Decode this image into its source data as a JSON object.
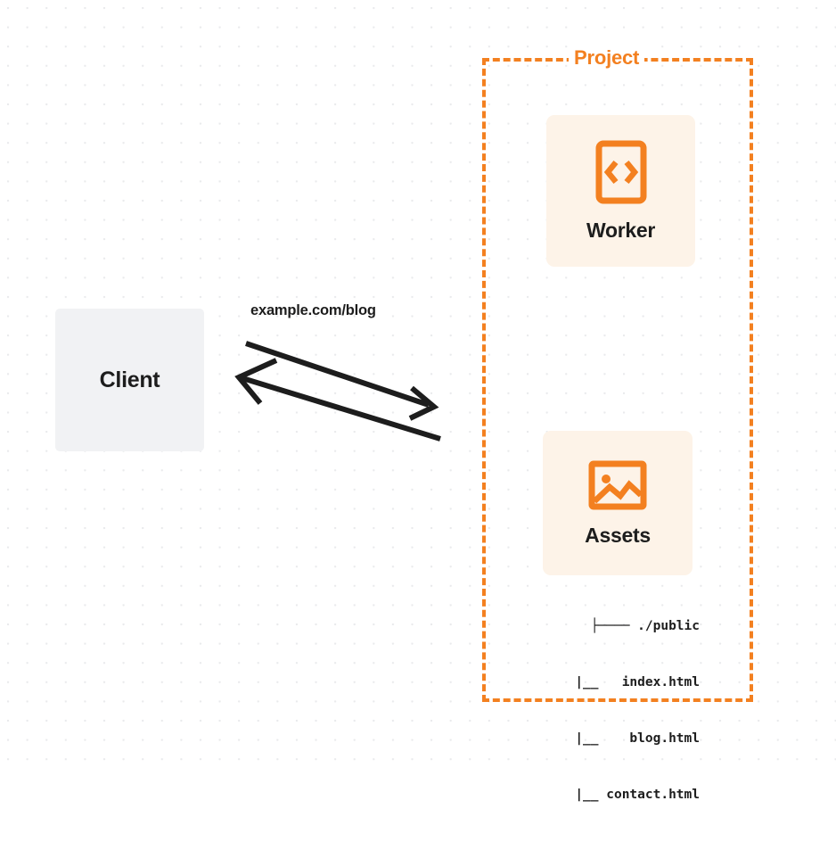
{
  "diagram": {
    "title": "Client to Project Worker and Assets request flow",
    "colors": {
      "accent_orange": "#f38020",
      "card_fill": "#fdf3e8",
      "client_fill": "#f1f2f4",
      "text": "#1d1d1d",
      "grid_dot": "#e9eaec",
      "background": "#ffffff"
    }
  },
  "client": {
    "label": "Client"
  },
  "connector": {
    "request_label": "example.com/blog",
    "request_direction": "right",
    "response_direction": "left"
  },
  "project": {
    "title": "Project",
    "cards": [
      {
        "id": "worker",
        "label": "Worker",
        "icon": "code-brackets-icon"
      },
      {
        "id": "assets",
        "label": "Assets",
        "icon": "image-icon"
      }
    ],
    "file_tree": [
      "├──── ./public",
      "     |__   index.html",
      "     |__    blog.html",
      "     |__ contact.html"
    ]
  }
}
